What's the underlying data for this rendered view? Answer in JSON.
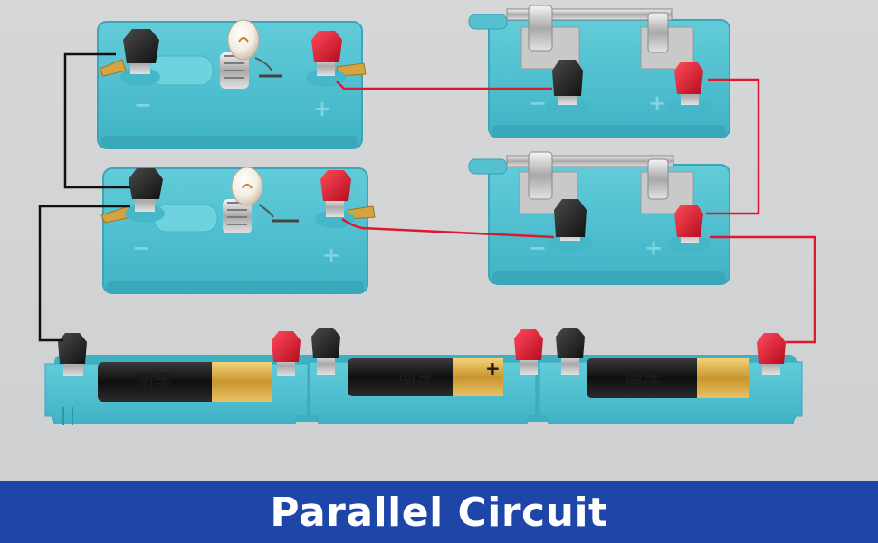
{
  "caption": "Parallel Circuit",
  "terminal_signs": {
    "negative": "−",
    "positive": "+"
  },
  "battery_brand": "南孚",
  "battery_plus": "+",
  "colors": {
    "module_blue": "#54c3d3",
    "banner": "#1e46a8",
    "red_wire": "#e0182d",
    "black_wire": "#111111",
    "red_terminal": "#e2102a",
    "black_terminal": "#1b1b1b"
  },
  "components": [
    "bulb-holder-top",
    "bulb-holder-bottom",
    "knife-switch-top",
    "knife-switch-bottom",
    "battery-holder-1",
    "battery-holder-2",
    "battery-holder-3"
  ]
}
